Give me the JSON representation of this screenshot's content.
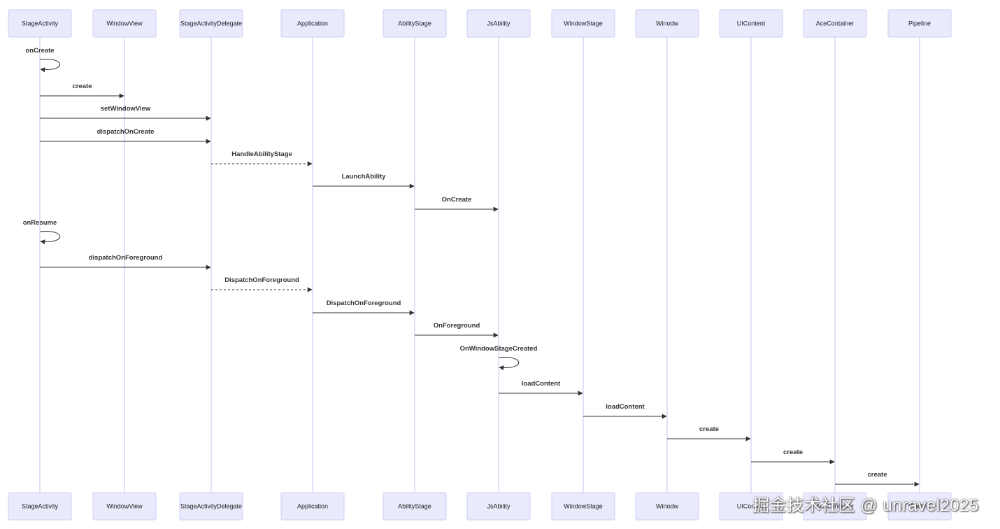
{
  "participants": [
    "StageActivity",
    "WindowView",
    "StageActivityDelegate",
    "Application",
    "AbilityStage",
    "JsAbility",
    "WindowStage",
    "Winodw",
    "UIContent",
    "AceContainer",
    "Pipeline"
  ],
  "messages": [
    {
      "from": 0,
      "to": 0,
      "label": "onCreate",
      "style": "solid"
    },
    {
      "from": 0,
      "to": 1,
      "label": "create",
      "style": "solid"
    },
    {
      "from": 0,
      "to": 2,
      "label": "setWindowView",
      "style": "solid"
    },
    {
      "from": 0,
      "to": 2,
      "label": "dispatchOnCreate",
      "style": "solid"
    },
    {
      "from": 2,
      "to": 3,
      "label": "HandleAbilityStage",
      "style": "dashed"
    },
    {
      "from": 3,
      "to": 4,
      "label": "LaunchAbility",
      "style": "solid"
    },
    {
      "from": 4,
      "to": 5,
      "label": "OnCreate",
      "style": "solid"
    },
    {
      "from": 0,
      "to": 0,
      "label": "onResume",
      "style": "solid"
    },
    {
      "from": 0,
      "to": 2,
      "label": "dispatchOnForeground",
      "style": "solid"
    },
    {
      "from": 2,
      "to": 3,
      "label": "DispatchOnForeground",
      "style": "dashed"
    },
    {
      "from": 3,
      "to": 4,
      "label": "DispatchOnForeground",
      "style": "solid"
    },
    {
      "from": 4,
      "to": 5,
      "label": "OnForeground",
      "style": "solid"
    },
    {
      "from": 5,
      "to": 5,
      "label": "OnWindowStageCreated",
      "style": "solid"
    },
    {
      "from": 5,
      "to": 6,
      "label": "loadContent",
      "style": "solid"
    },
    {
      "from": 6,
      "to": 7,
      "label": "loadContent",
      "style": "solid"
    },
    {
      "from": 7,
      "to": 8,
      "label": "create",
      "style": "solid"
    },
    {
      "from": 8,
      "to": 9,
      "label": "create",
      "style": "solid"
    },
    {
      "from": 9,
      "to": 10,
      "label": "create",
      "style": "solid"
    }
  ],
  "watermark": "掘金技术社区 @ unravel2025",
  "colors": {
    "actor_fill": "#eaeafd",
    "actor_border": "#cdcdf6",
    "lifeline": "#cfcaf0",
    "arrow": "#333333"
  }
}
